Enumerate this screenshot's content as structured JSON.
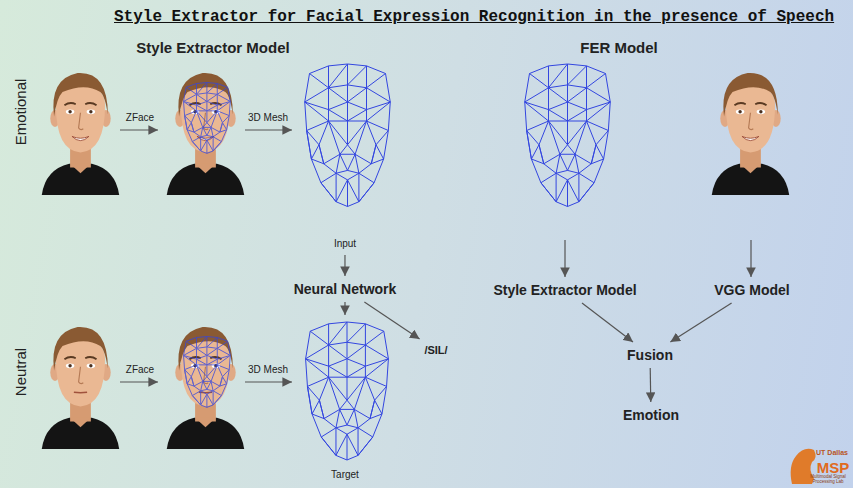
{
  "diagram": {
    "title": "Style Extractor for Facial Expression Recognition in the presence of Speech",
    "nodes": [
      {
        "text": [
          "Input"
        ]
      },
      {
        "text": [
          "Neural Network"
        ]
      },
      {
        "text": [
          "/SIL/"
        ]
      },
      {
        "text": [
          "Target"
        ]
      },
      {
        "text": [
          "Style Extractor Model"
        ]
      },
      {
        "text": [
          "VGG Model"
        ]
      },
      {
        "text": [
          "Fusion"
        ]
      },
      {
        "text": [
          "Emotion"
        ]
      }
    ],
    "edges": [
      {
        "from": 0,
        "to": 1,
        "arrow": "to"
      },
      {
        "from": 1,
        "to": 3,
        "arrow": "to"
      },
      {
        "from": 1,
        "to": 2,
        "arrow": "to"
      },
      {
        "from": 4,
        "to": 6,
        "arrow": "to"
      },
      {
        "from": 5,
        "to": 6,
        "arrow": "to"
      },
      {
        "from": 6,
        "to": 7,
        "arrow": "to"
      }
    ],
    "labels": [
      "Style Extractor Model",
      "FER Model",
      "Emotional",
      "ZFace",
      "3D Mesh",
      "Neutral",
      "ZFace",
      "3D Mesh",
      "UT Dallas",
      "MSP",
      "Multimodal Signal Processing Lab"
    ]
  }
}
